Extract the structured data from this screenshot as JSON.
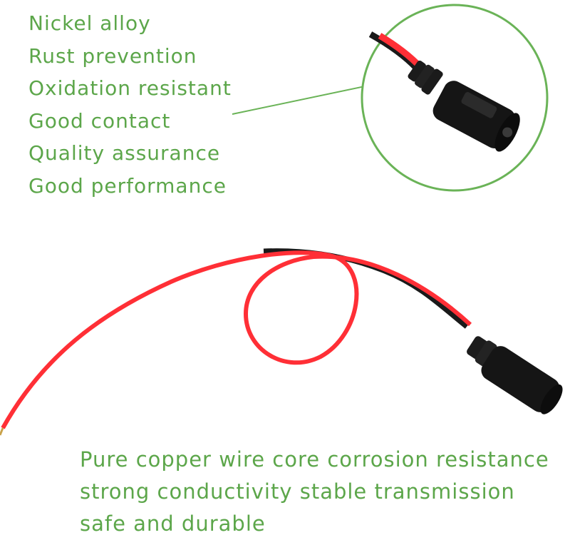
{
  "features": [
    "Nickel alloy",
    "Rust prevention",
    "Oxidation resistant",
    "Good contact",
    "Quality assurance",
    "Good performance"
  ],
  "caption": [
    "Pure copper wire core corrosion resistance",
    "strong conductivity stable transmission",
    "safe and durable"
  ],
  "colors": {
    "text_green": "#5ca64a",
    "circle_green": "#6ab357",
    "wire_red": "#ff2f36",
    "wire_black": "#1a1a1a",
    "connector_black": "#151515"
  }
}
